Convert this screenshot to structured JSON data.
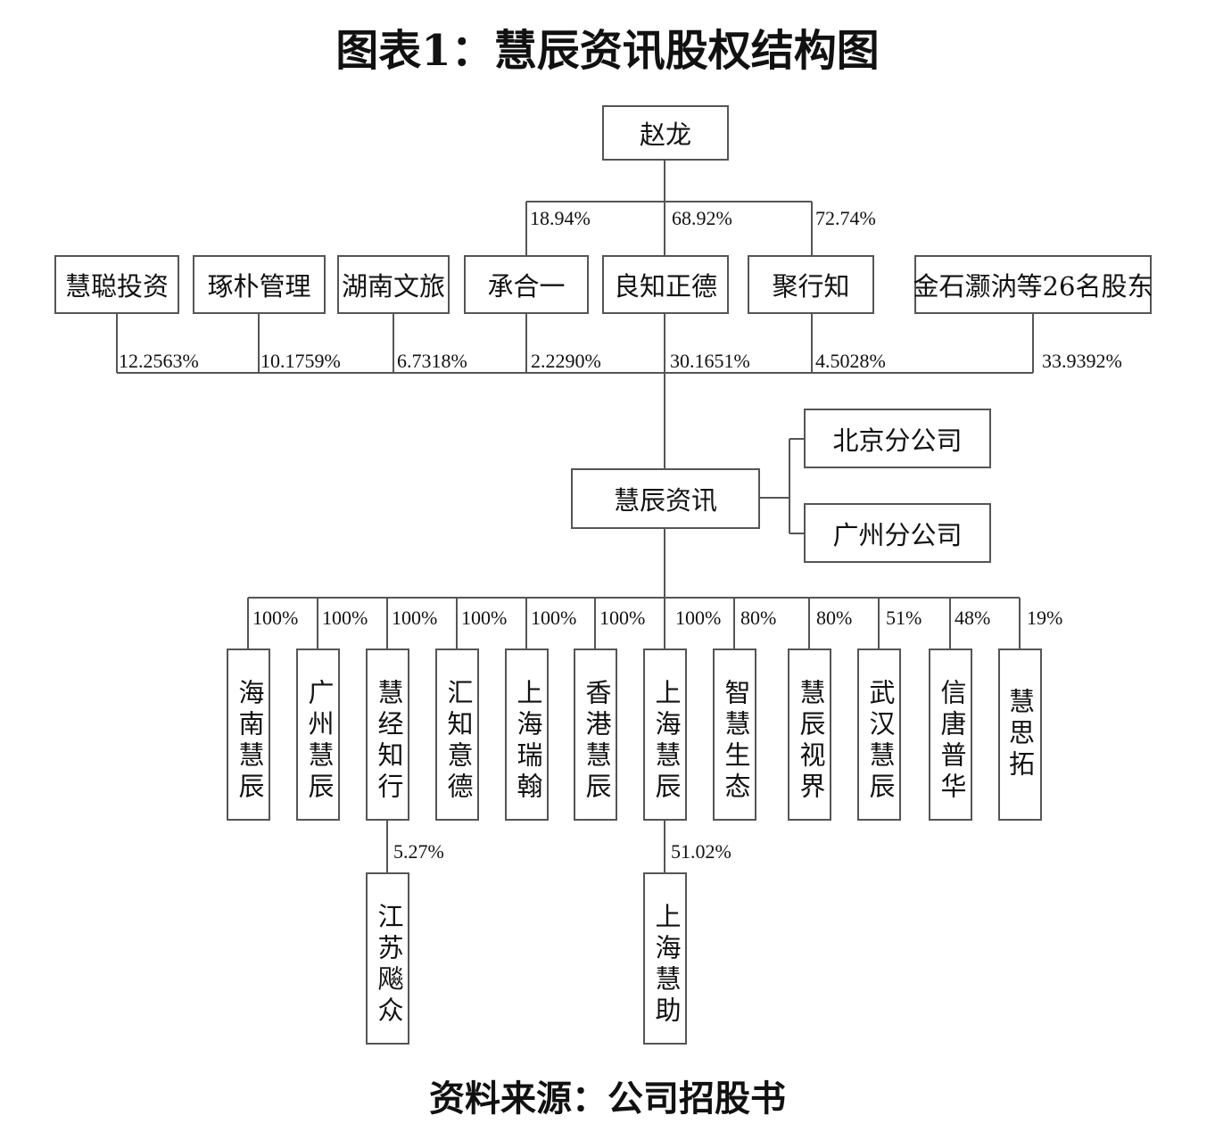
{
  "title": "图表1：慧辰资讯股权结构图",
  "source": "资料来源：公司招股书",
  "founder": "赵龙",
  "founder_stakes": [
    "18.94%",
    "68.92%",
    "72.74%"
  ],
  "shareholders": [
    {
      "name": "慧聪投资",
      "pct": "12.2563%"
    },
    {
      "name": "琢朴管理",
      "pct": "10.1759%"
    },
    {
      "name": "湖南文旅",
      "pct": "6.7318%"
    },
    {
      "name": "承合一",
      "pct": "2.2290%"
    },
    {
      "name": "良知正德",
      "pct": "30.1651%"
    },
    {
      "name": "聚行知",
      "pct": "4.5028%"
    },
    {
      "name": "金石灏汭等26名股东",
      "pct": "33.9392%"
    }
  ],
  "company": "慧辰资讯",
  "branches": [
    "北京分公司",
    "广州分公司"
  ],
  "subsidiaries": [
    {
      "name": "海南慧辰",
      "pct": "100%"
    },
    {
      "name": "广州慧辰",
      "pct": "100%"
    },
    {
      "name": "慧经知行",
      "pct": "100%"
    },
    {
      "name": "汇知意德",
      "pct": "100%"
    },
    {
      "name": "上海瑞翰",
      "pct": "100%"
    },
    {
      "name": "香港慧辰",
      "pct": "100%"
    },
    {
      "name": "上海慧辰",
      "pct": "100%"
    },
    {
      "name": "智慧生态",
      "pct": "80%"
    },
    {
      "name": "慧辰视界",
      "pct": "80%"
    },
    {
      "name": "武汉慧辰",
      "pct": "51%"
    },
    {
      "name": "信唐普华",
      "pct": "48%"
    },
    {
      "name": "慧思拓",
      "pct": "19%"
    }
  ],
  "sub_subsidiaries": [
    {
      "name": "江苏飚众",
      "pct": "5.27%"
    },
    {
      "name": "上海慧助",
      "pct": "51.02%"
    }
  ]
}
